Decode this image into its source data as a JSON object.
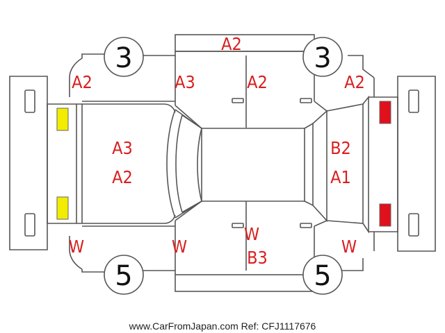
{
  "colors": {
    "code_text": "#d81f1f",
    "front_lights": "#f2ec00",
    "rear_lights": "#e0101c",
    "outline": "#555555"
  },
  "tires": {
    "front_left": "3",
    "front_right": "3",
    "rear_left": "5",
    "rear_right": "5"
  },
  "codes": {
    "roof_top_edge": "A2",
    "front_left_fender": "A2",
    "left_front_door": "A3",
    "left_rear_door": "A2",
    "rear_left_fender": "A2",
    "hood_line1": "A3",
    "hood_line2": "A2",
    "rear_gate_line1": "B2",
    "rear_gate_line2": "A1",
    "front_right_fender": "W",
    "right_front_door": "W",
    "right_rear_door_line1": "W",
    "right_rear_door_line2": "B3",
    "rear_right_fender": "W"
  },
  "footer": {
    "text": "www.CarFromJapan.com Ref: CFJ1117676"
  }
}
